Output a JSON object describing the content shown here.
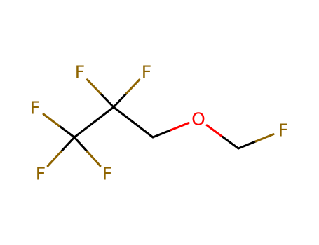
{
  "colors": {
    "background": "#ffffff",
    "bond": "#000000",
    "fluorine": "#8f6400",
    "oxygen": "#ff0000"
  },
  "atoms": [
    {
      "id": "f-top-left",
      "element": "F",
      "label": "F"
    },
    {
      "id": "f-top-right",
      "element": "F",
      "label": "F"
    },
    {
      "id": "f-left",
      "element": "F",
      "label": "F"
    },
    {
      "id": "f-bottom-left",
      "element": "F",
      "label": "F"
    },
    {
      "id": "f-bottom-mid",
      "element": "F",
      "label": "F"
    },
    {
      "id": "oxygen",
      "element": "O",
      "label": "O"
    },
    {
      "id": "f-right",
      "element": "F",
      "label": "F"
    }
  ],
  "bonds": [
    {
      "from": "c2",
      "to": "f-top-left"
    },
    {
      "from": "c2",
      "to": "f-top-right"
    },
    {
      "from": "c1",
      "to": "f-left"
    },
    {
      "from": "c1",
      "to": "f-bottom-left"
    },
    {
      "from": "c1",
      "to": "f-bottom-mid"
    },
    {
      "from": "c1",
      "to": "c2"
    },
    {
      "from": "c2",
      "to": "c3"
    },
    {
      "from": "c3",
      "to": "oxygen"
    },
    {
      "from": "oxygen",
      "to": "c4"
    },
    {
      "from": "c4",
      "to": "f-right"
    }
  ]
}
